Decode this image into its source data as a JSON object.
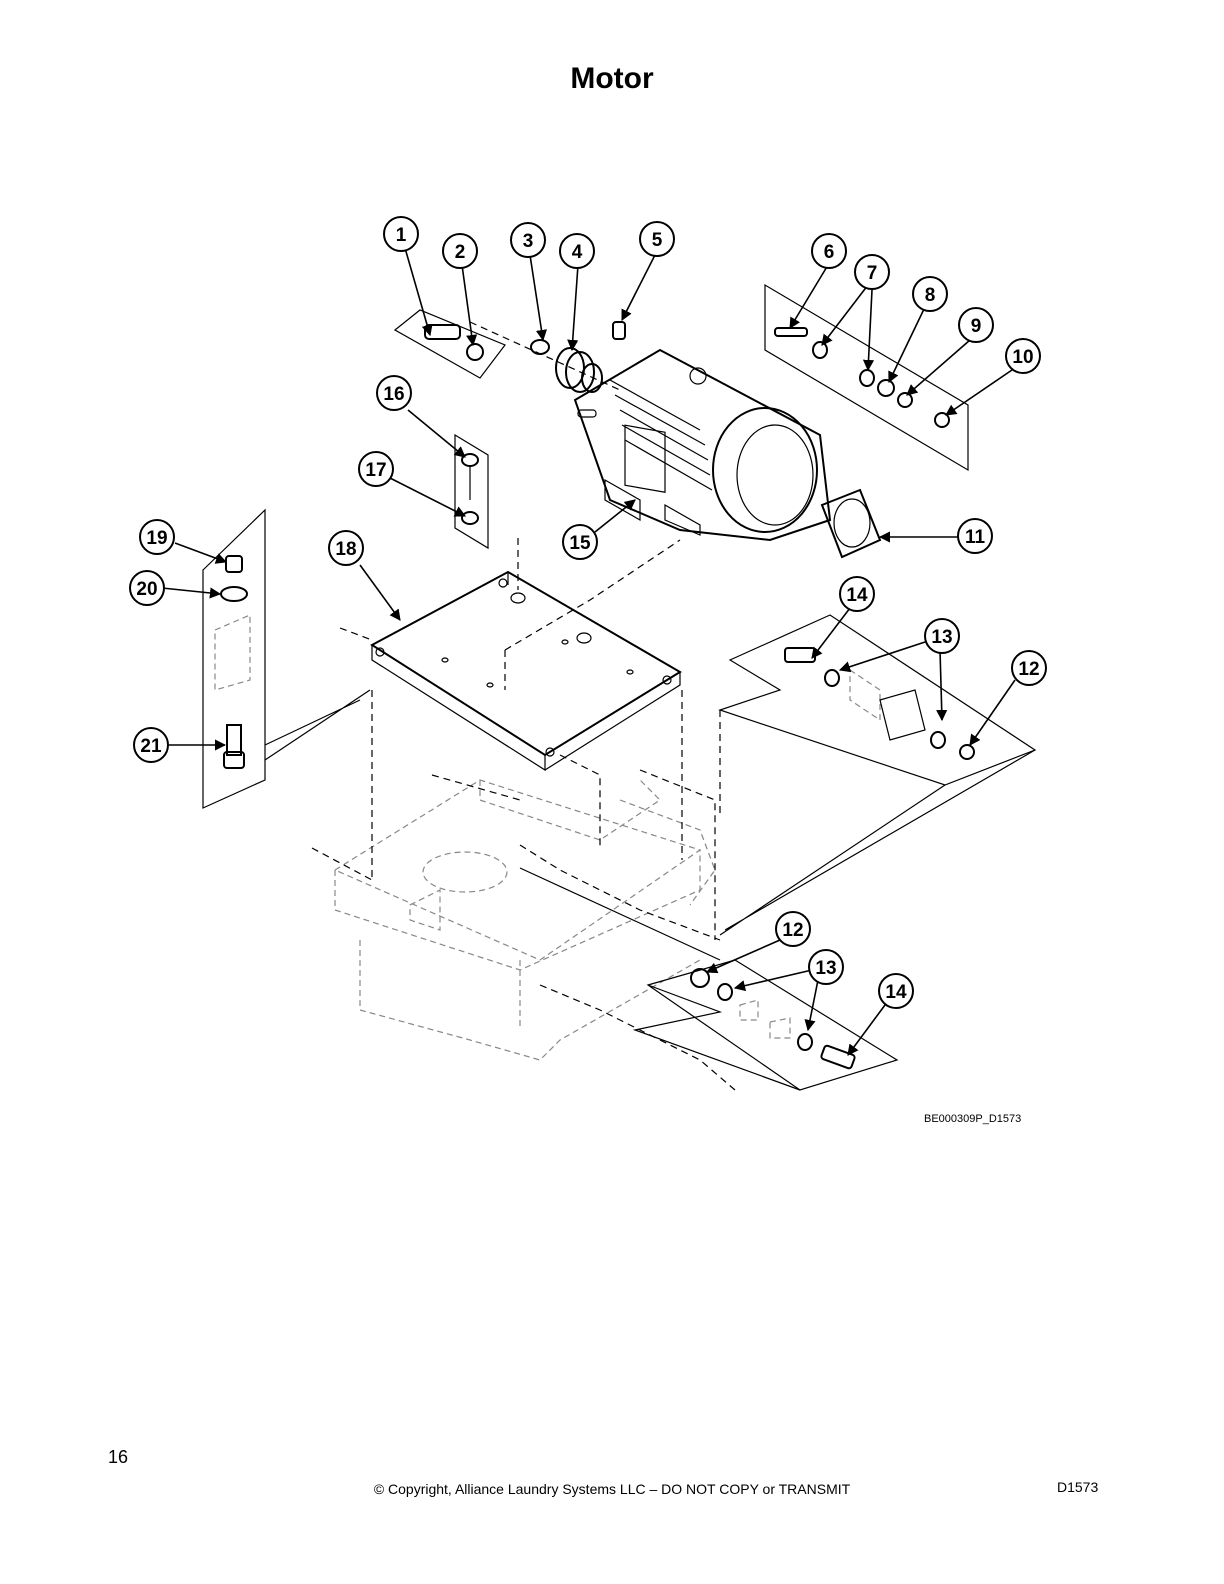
{
  "page": {
    "title": "Motor",
    "figure_code": "BE000309P_D1573",
    "page_number": "16",
    "copyright": "© Copyright, Alliance Laundry Systems LLC – DO NOT COPY or TRANSMIT",
    "doc_id": "D1573"
  },
  "callouts": [
    "1",
    "2",
    "3",
    "4",
    "5",
    "6",
    "7",
    "8",
    "9",
    "10",
    "11",
    "12",
    "13",
    "14",
    "15",
    "16",
    "17",
    "18",
    "19",
    "20",
    "21",
    "12",
    "13",
    "14"
  ]
}
